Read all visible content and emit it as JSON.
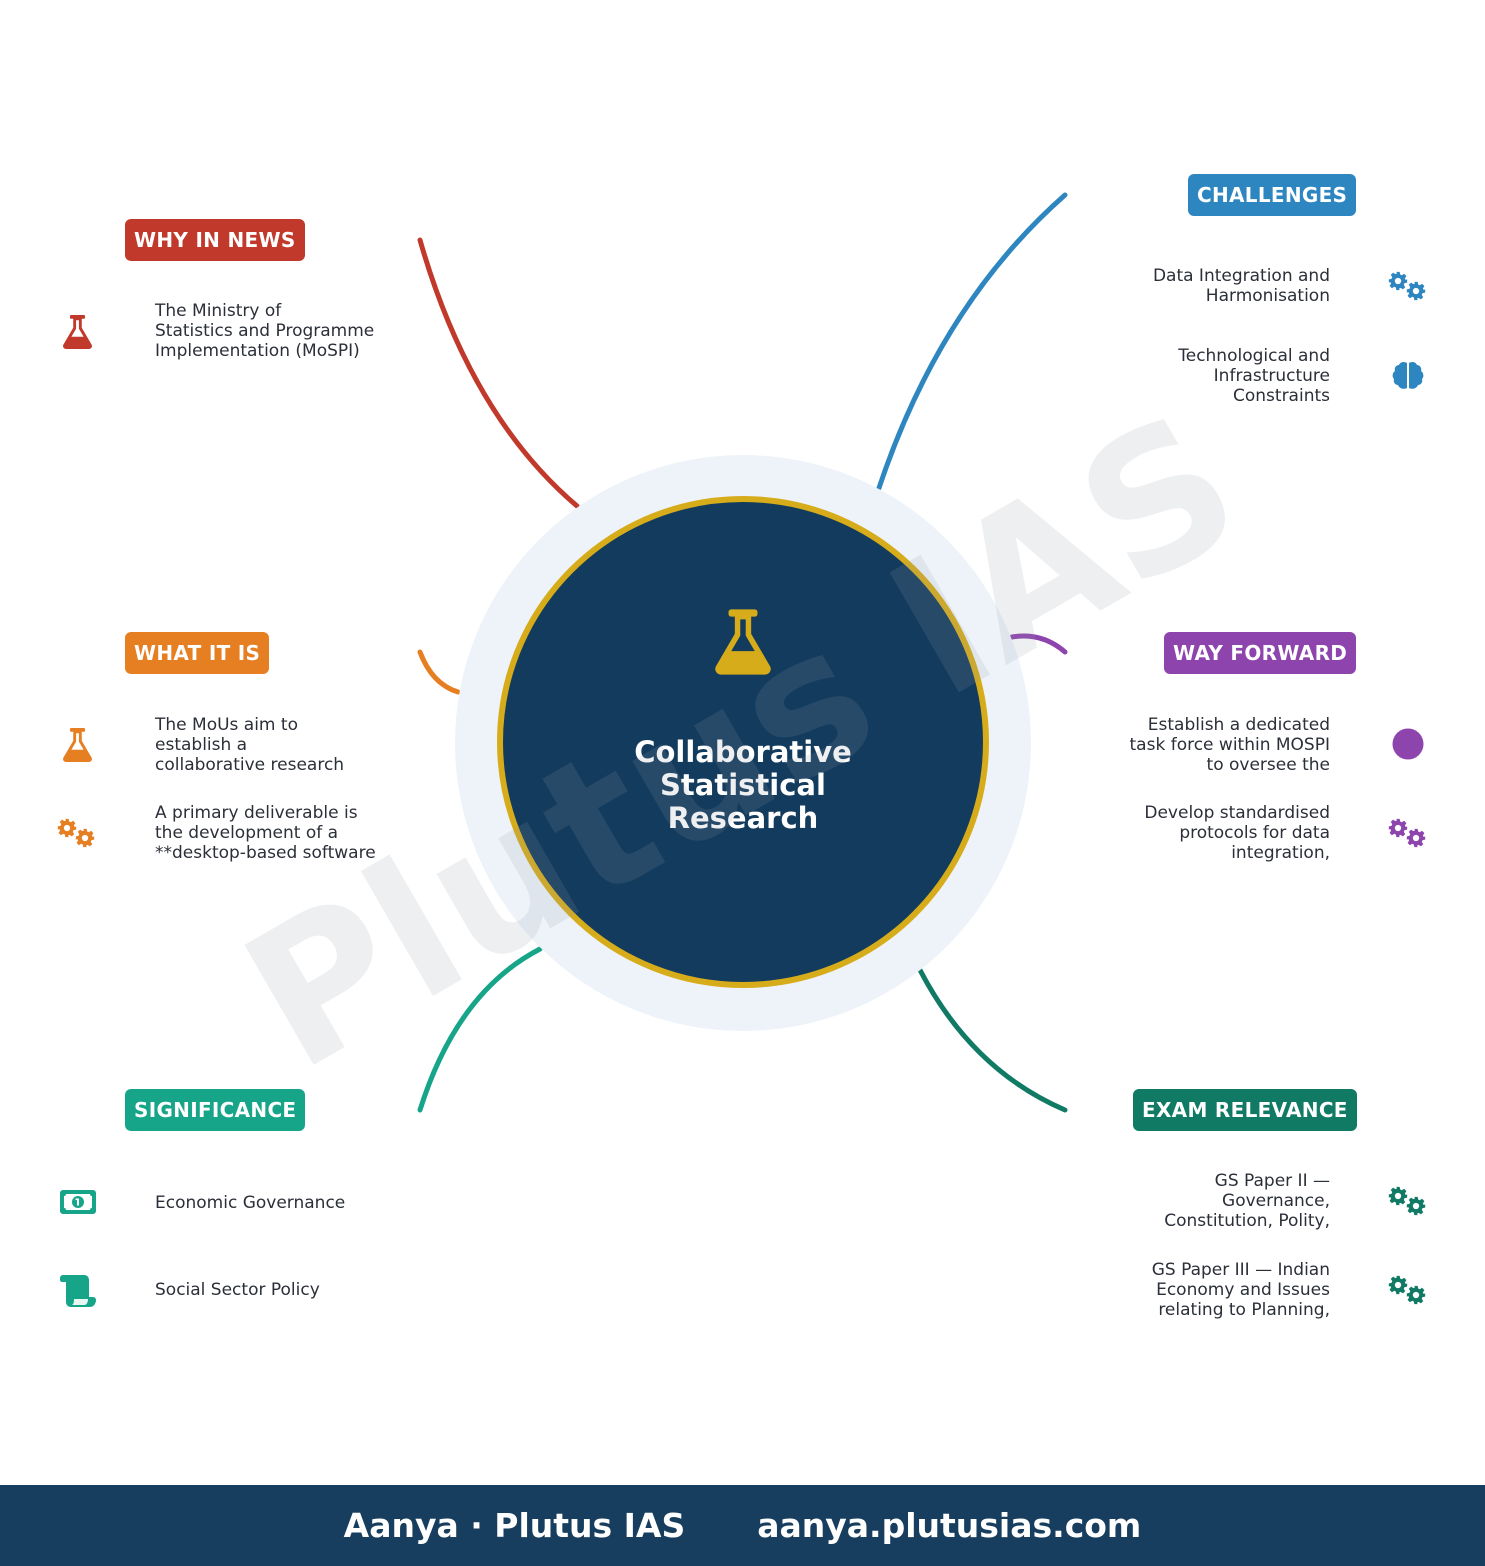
{
  "center": {
    "title_lines": [
      "Collaborative",
      "Statistical",
      "Research"
    ],
    "icon": "flask-icon"
  },
  "watermark": "Plutus IAS",
  "colors": {
    "center_fill": "#133b5d",
    "center_ring": "#d6ac1b",
    "halo": "#eef3f9",
    "why": "#c0392b",
    "what": "#e67e22",
    "significance": "#17a589",
    "challenges": "#2e86c1",
    "way_forward": "#8e44ad",
    "exam": "#117a65",
    "footer": "#173e5e"
  },
  "branches": {
    "why_in_news": {
      "label": "WHY IN NEWS",
      "items": [
        {
          "text": "The Ministry of\nStatistics and Programme\nImplementation (MoSPI)",
          "icon": "flask-icon"
        }
      ]
    },
    "what_it_is": {
      "label": "WHAT IT IS",
      "items": [
        {
          "text": "The MoUs aim to\nestablish a\ncollaborative research",
          "icon": "flask-icon"
        },
        {
          "text": "A primary deliverable is\nthe development of a\n**desktop-based software",
          "icon": "gears-icon"
        }
      ]
    },
    "significance": {
      "label": "SIGNIFICANCE",
      "items": [
        {
          "text": "Economic Governance",
          "icon": "money-icon"
        },
        {
          "text": "Social Sector Policy",
          "icon": "scroll-icon"
        }
      ]
    },
    "challenges": {
      "label": "CHALLENGES",
      "items": [
        {
          "text": "Data Integration and\nHarmonisation",
          "icon": "gears-icon"
        },
        {
          "text": "Technological and\nInfrastructure\nConstraints",
          "icon": "brain-icon"
        }
      ]
    },
    "way_forward": {
      "label": "WAY FORWARD",
      "items": [
        {
          "text": "Establish a dedicated\ntask force within MOSPI\nto oversee the",
          "icon": "circle-icon"
        },
        {
          "text": "Develop standardised\nprotocols for data\nintegration,",
          "icon": "gears-icon"
        }
      ]
    },
    "exam_relevance": {
      "label": "EXAM RELEVANCE",
      "items": [
        {
          "text": "GS Paper II —\nGovernance,\nConstitution, Polity,",
          "icon": "gears-icon"
        },
        {
          "text": "GS Paper III — Indian\nEconomy and Issues\nrelating to Planning,",
          "icon": "gears-icon"
        }
      ]
    }
  },
  "footer": {
    "brand": "Aanya · Plutus IAS",
    "url": "aanya.plutusias.com"
  }
}
